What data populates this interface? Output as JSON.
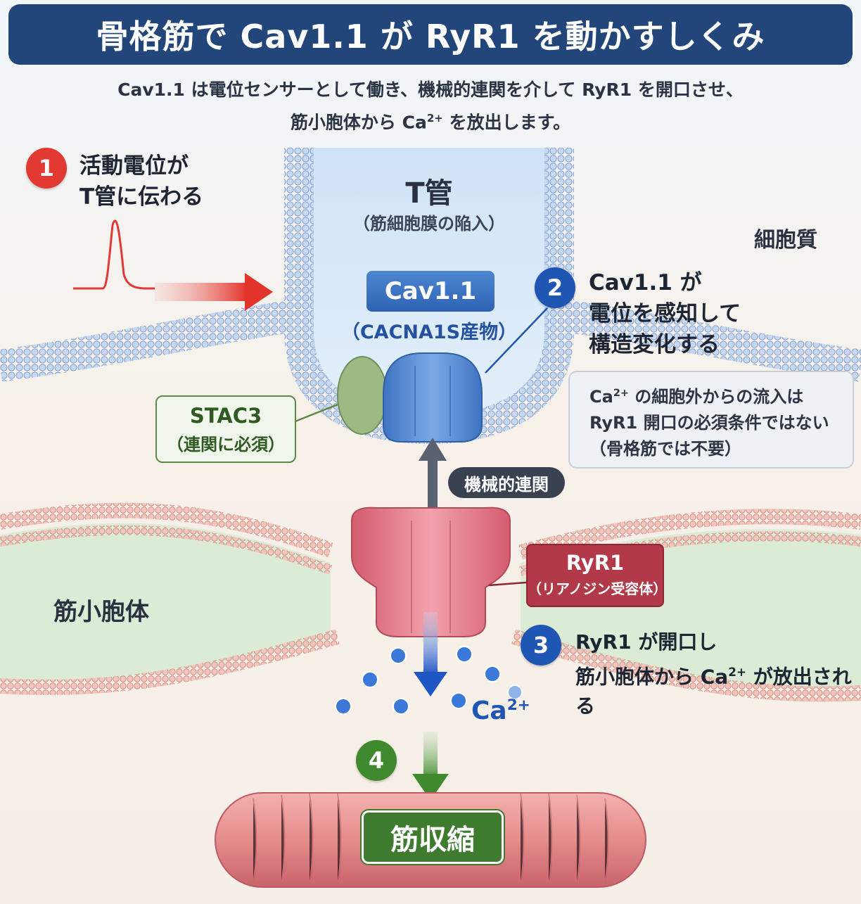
{
  "title": "骨格筋で Cav1.1 が RyR1 を動かすしくみ",
  "subtitle": {
    "line1": "Cav1.1 は電位センサーとして働き、機械的連関を介して RyR1 を開口させ、",
    "line2_pre": "筋小胞体から Ca",
    "line2_sup": "2+",
    "line2_post": " を放出します。"
  },
  "steps": {
    "s1": {
      "number": "1",
      "line1": "活動電位が",
      "line2": "T管に伝わる",
      "color": "#e23a33"
    },
    "s2": {
      "number": "2",
      "line1": "Cav1.1 が",
      "line2": "電位を感知して",
      "line3": "構造変化する",
      "color": "#1f56b3"
    },
    "s3": {
      "number": "3",
      "line1": "RyR1 が開口し",
      "line2_pre": "筋小胞体から Ca",
      "line2_sup": "2+",
      "line2_post": " が放出される",
      "color": "#1f56b3"
    },
    "s4": {
      "number": "4",
      "color": "#3f8a2e"
    }
  },
  "labels": {
    "t_tubule": "T管",
    "t_tubule_sub": "（筋細胞膜の陥入）",
    "cytoplasm": "細胞質",
    "cav_name": "Cav1.1",
    "cav_sub": "（CACNA1S産物）",
    "stac_name": "STAC3",
    "stac_sub": "（連関に必須）",
    "coupling": "機械的連関",
    "ryr_name": "RyR1",
    "ryr_sub": "（リアノジン受容体）",
    "sr": "筋小胞体",
    "ca_label": "Ca",
    "ca_sup": "2+",
    "contraction": "筋収縮"
  },
  "info_box": {
    "line1_pre": "Ca",
    "line1_sup": "2+",
    "line1_post": " の細胞外からの流入は",
    "line2": "RyR1 開口の必須条件ではない",
    "line3": "（骨格筋では不要）"
  },
  "colors": {
    "title_bg": "#22467a",
    "t_tubule_membrane": "#9fb9e0",
    "sr_membrane": "#e6a8a0",
    "sr_lumen": "#dcebd6",
    "cav_protein": "#4f89d6",
    "stac_protein": "#9dba83",
    "ryr_protein": "#e07a88",
    "ca_ion": "#3b78d8",
    "muscle": "#e58c8c"
  }
}
